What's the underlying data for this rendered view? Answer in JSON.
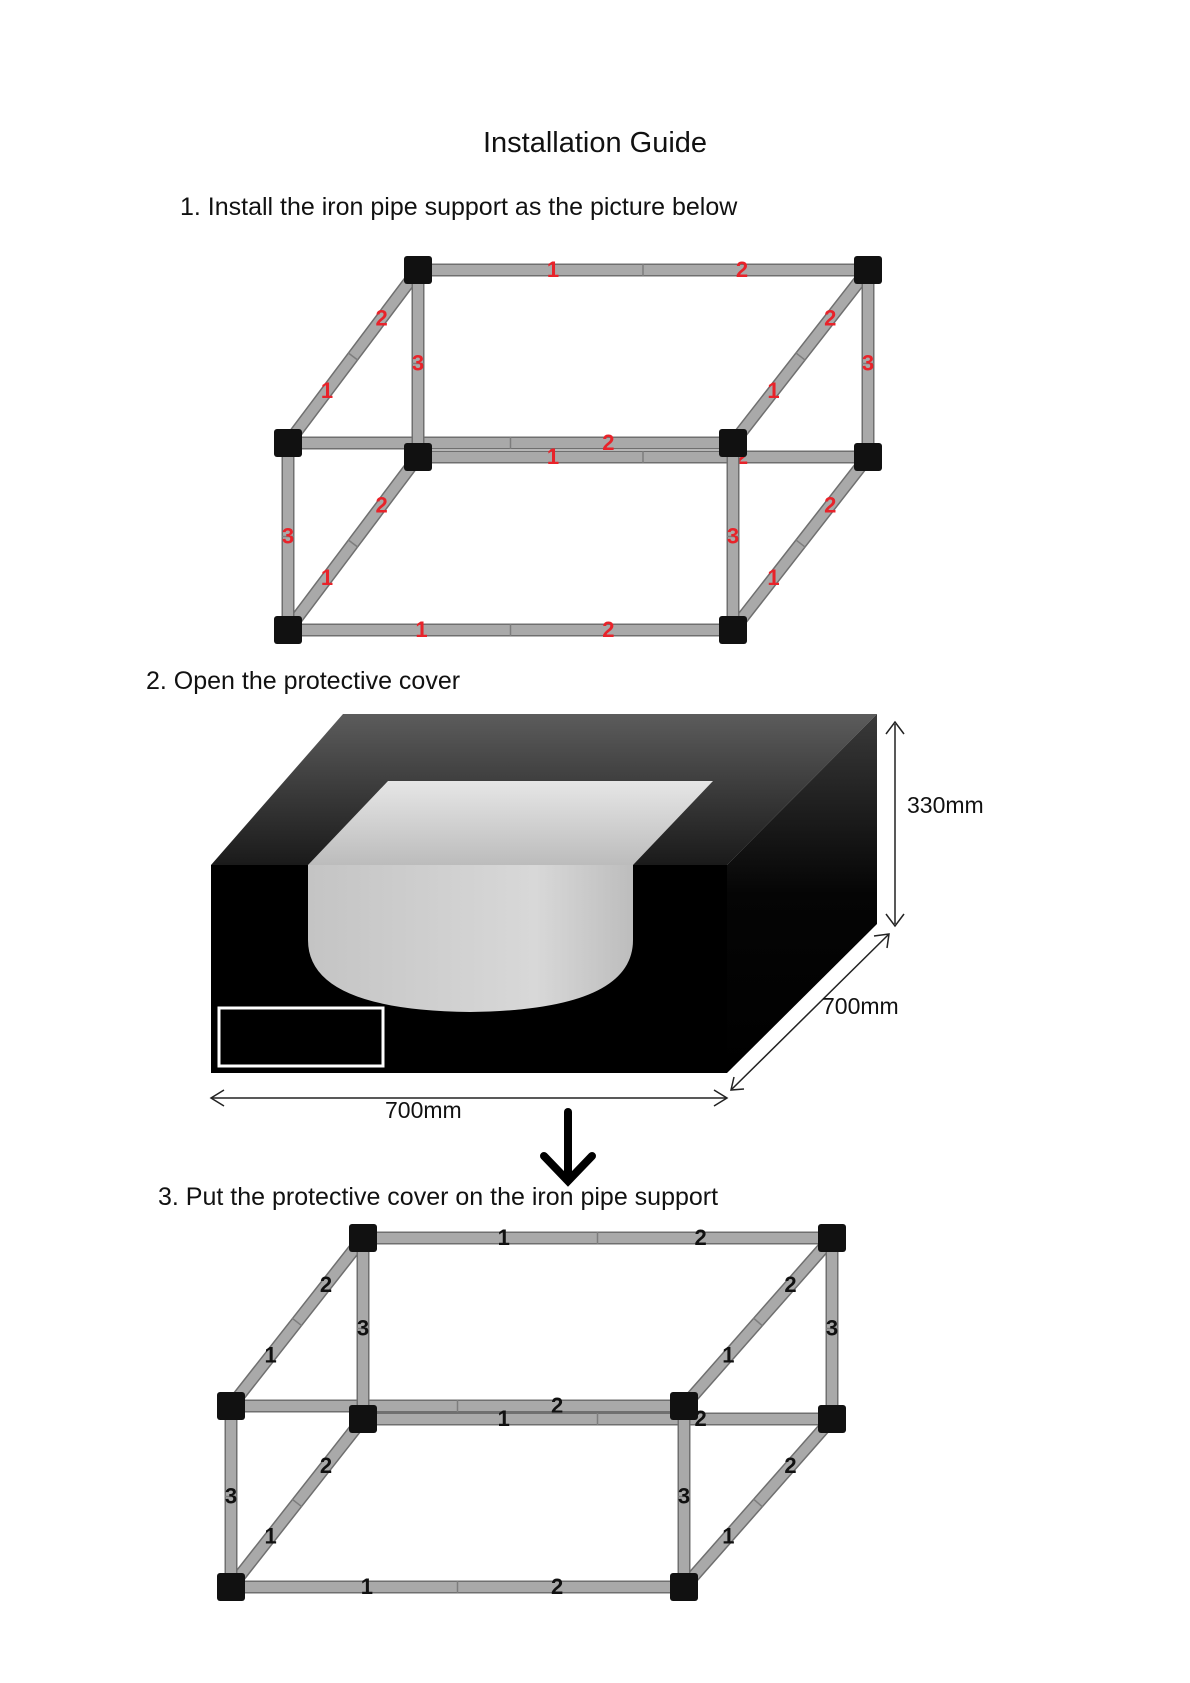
{
  "title": "Installation Guide",
  "steps": [
    {
      "label": "1.  Install the iron pipe support as the picture below"
    },
    {
      "label": "2. Open the protective cover"
    },
    {
      "label": "3. Put the protective cover on the iron pipe support"
    }
  ],
  "dimensions": {
    "height": "330mm",
    "depth": "700mm",
    "width": "700mm"
  },
  "frame": {
    "pipe_number_color_step1": "#e8232a",
    "pipe_number_color_step3": "#111111",
    "numbers": [
      "1",
      "2",
      "3"
    ]
  },
  "icons": [
    "down-arrow-icon"
  ],
  "colors": {
    "pipe": "#a9a9a9",
    "connector": "#111111",
    "cover": "#000000",
    "window": "#d0d0d0"
  }
}
